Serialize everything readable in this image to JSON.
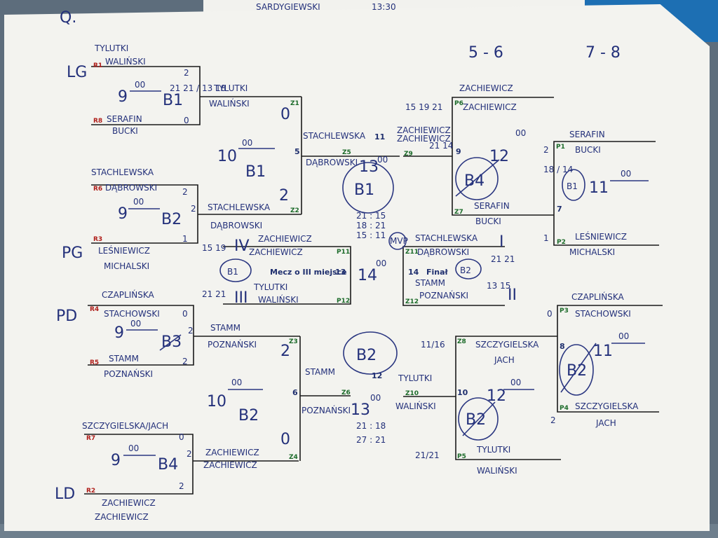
{
  "corner": "Q.",
  "top_scraps": [
    "SARDYGIEWSKI",
    "13:30"
  ],
  "headers": {
    "h56": "5 - 6",
    "h78": "7 - 8"
  },
  "seeds": {
    "LG": "LG",
    "PG": "PG",
    "PD": "PD",
    "LD": "LD"
  },
  "r1": {
    "tag": "R1",
    "pairA": "TYLUTKI",
    "pairB": "WALIŃSKI",
    "score": "2"
  },
  "r8": {
    "tag": "R8",
    "pairA": "SERAFIN",
    "pairB": "BUCKI",
    "score": "0"
  },
  "m_r1r8": {
    "time": "9",
    "sup": "00",
    "court": "B1",
    "sets": "21 21 / 13 18"
  },
  "r6": {
    "tag": "R6",
    "pairA": "STACHLEWSKA",
    "pairB": "DĄBROWSKI",
    "score": "2"
  },
  "r3": {
    "tag": "R3",
    "pairA": "LEŚNIEWICZ",
    "pairB": "MICHALSKI",
    "score": "1"
  },
  "m_r6r3": {
    "time": "9",
    "sup": "00",
    "court": "B2"
  },
  "r4": {
    "tag": "R4",
    "pairA": "CZAPLIŃSKA",
    "pairB": "STACHOWSKI",
    "score": "0"
  },
  "r5": {
    "tag": "R5",
    "pairA": "STAMM",
    "pairB": "POZNAŃSKI",
    "score": "2"
  },
  "m_r4r5": {
    "time": "9",
    "sup": "00",
    "court": "B3"
  },
  "r7": {
    "tag": "R7",
    "pairA": "SZCZYGIELSKA/JACH",
    "score": "0"
  },
  "r2": {
    "tag": "R2",
    "pairA": "ZACHIEWICZ",
    "pairB": "ZACHIEWICZ",
    "score": "2"
  },
  "m_r7r2": {
    "time": "9",
    "sup": "00",
    "court": "B4"
  },
  "z1": {
    "tag": "Z1",
    "pairA": "TYLUTKI",
    "pairB": "WALIŃSKI",
    "score": "0"
  },
  "z2": {
    "tag": "Z2",
    "pairA": "STACHLEWSKA",
    "pairB": "DĄBROWSKI",
    "score": "2"
  },
  "m_z1z2": {
    "time": "10",
    "sup": "00",
    "court": "B1",
    "num": "5"
  },
  "z3": {
    "tag": "Z3",
    "pairA": "STAMM",
    "pairB": "POZNAŃSKI",
    "score": "2"
  },
  "z4": {
    "tag": "Z4",
    "pairA": "ZACHIEWICZ",
    "pairB": "ZACHIEWICZ",
    "score": "0"
  },
  "m_z3z4": {
    "time": "10",
    "sup": "00",
    "court": "B2",
    "num": "6"
  },
  "z5": {
    "tag": "Z5",
    "pairA": "STACHLEWSKA",
    "pairB": "DĄBROWSKI",
    "num": "11",
    "time": "13",
    "sup": "00",
    "court": "B1",
    "sets": [
      "21 : 15",
      "18 : 21",
      "15 : 11"
    ]
  },
  "z6": {
    "tag": "Z6",
    "pairA": "STAMM",
    "pairB": "POZNAŃSKI",
    "num": "12",
    "time": "13",
    "sup": "00",
    "court": "B2",
    "sets": [
      "21 : 18",
      "27 : 21"
    ]
  },
  "third": {
    "label": "Mecz o III miejsce",
    "num": "13",
    "tagTop": "P11",
    "tagBot": "P12",
    "topA": "ZACHIEWICZ",
    "topB": "ZACHIEWICZ",
    "topSets": "15 19",
    "topPlace": "IV",
    "botA": "TYLUTKI",
    "botB": "WALIŃSKI",
    "botSets": "21 21",
    "botPlace": "III",
    "court": "B1"
  },
  "final": {
    "label": "Finał",
    "num": "14",
    "tagTop": "Z11",
    "tagBot": "Z12",
    "topA": "STACHLEWSKA",
    "topB": "DĄBROWSKI",
    "topSets": "21 21",
    "topPlace": "I",
    "botA": "STAMM",
    "botB": "POZNAŃSKI",
    "botSets": "13 15",
    "botPlace": "II",
    "court": "B2",
    "time": "14",
    "sup": "00",
    "mvp": "MVP"
  },
  "p6": {
    "tag": "P6",
    "pairA": "ZACHIEWICZ",
    "pairB": "ZACHIEWICZ",
    "sets": "15 19 21"
  },
  "z9": {
    "tag": "Z9",
    "pairA": "ZACHIEWICZ",
    "pairB": "ZACHIEWICZ",
    "sets": "21 14"
  },
  "z7": {
    "tag": "Z7",
    "pairA": "SERAFIN",
    "pairB": "BUCKI"
  },
  "m9": {
    "num": "9",
    "time": "12",
    "sup": "00",
    "court": "B4"
  },
  "p1": {
    "tag": "P1",
    "pairA": "SERAFIN",
    "pairB": "BUCKI",
    "score": "2",
    "sets": "18 / 14"
  },
  "p2": {
    "tag": "P2",
    "pairA": "LEŚNIEWICZ",
    "pairB": "MICHALSKI",
    "score": "1"
  },
  "m7": {
    "num": "7",
    "time": "11",
    "sup": "00",
    "court": "B1"
  },
  "p3": {
    "tag": "P3",
    "pairA": "CZAPLIŃSKA",
    "pairB": "STACHOWSKI",
    "score": "0"
  },
  "p4": {
    "tag": "P4",
    "pairA": "SZCZYGIELSKA",
    "pairB": "JACH",
    "score": "2"
  },
  "m8": {
    "num": "8",
    "time": "11",
    "sup": "00",
    "court": "B2"
  },
  "z8": {
    "tag": "Z8",
    "pairA": "SZCZYGIELSKA",
    "pairB": "JACH",
    "sets": "11/16"
  },
  "z10": {
    "tag": "Z10",
    "pairA": "TYLUTKI",
    "pairB": "WALIŃSKI"
  },
  "p5": {
    "tag": "P5",
    "pairA": "TYLUTKI",
    "pairB": "WALIŃSKI",
    "sets": "21/21"
  },
  "m10": {
    "num": "10",
    "time": "12",
    "sup": "00",
    "court": "B2"
  }
}
